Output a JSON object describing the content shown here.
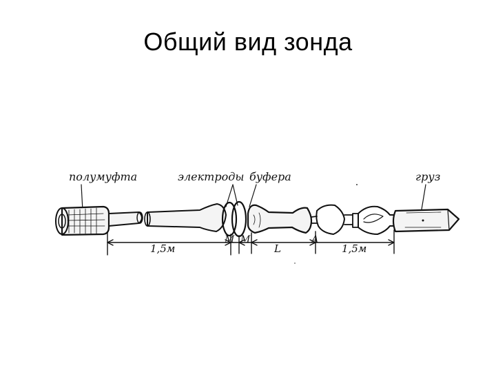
{
  "title": "Общий вид зонда",
  "labels": {
    "coupling": "полумуфта",
    "electrodes": "электроды",
    "buffers": "буфера",
    "weight": "груз"
  },
  "dimensions": {
    "first_span": "1,5м",
    "m1": "М",
    "m2": "М",
    "l": "L",
    "a": "А",
    "last_span": "1,5м"
  }
}
